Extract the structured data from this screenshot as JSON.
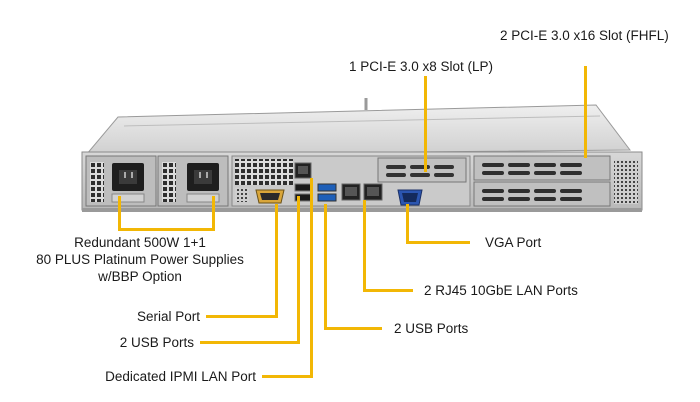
{
  "callouts": {
    "pcie_x16": "2 PCI-E 3.0 x16 Slot (FHFL)",
    "pcie_x8": "1 PCI-E 3.0 x8 Slot (LP)",
    "power_line1": "Redundant 500W 1+1",
    "power_line2": "80 PLUS Platinum Power Supplies",
    "power_line3": "w/BBP Option",
    "vga": "VGA Port",
    "lan_10g": "2 RJ45 10GbE LAN Ports",
    "serial": "Serial Port",
    "usb_left": "2 USB Ports",
    "usb_right": "2 USB Ports",
    "ipmi": "Dedicated IPMI LAN Port"
  },
  "colors": {
    "callout_line": "#f2b705",
    "chassis": "#c9c9c9",
    "chassis_dark": "#2a2a2a"
  }
}
